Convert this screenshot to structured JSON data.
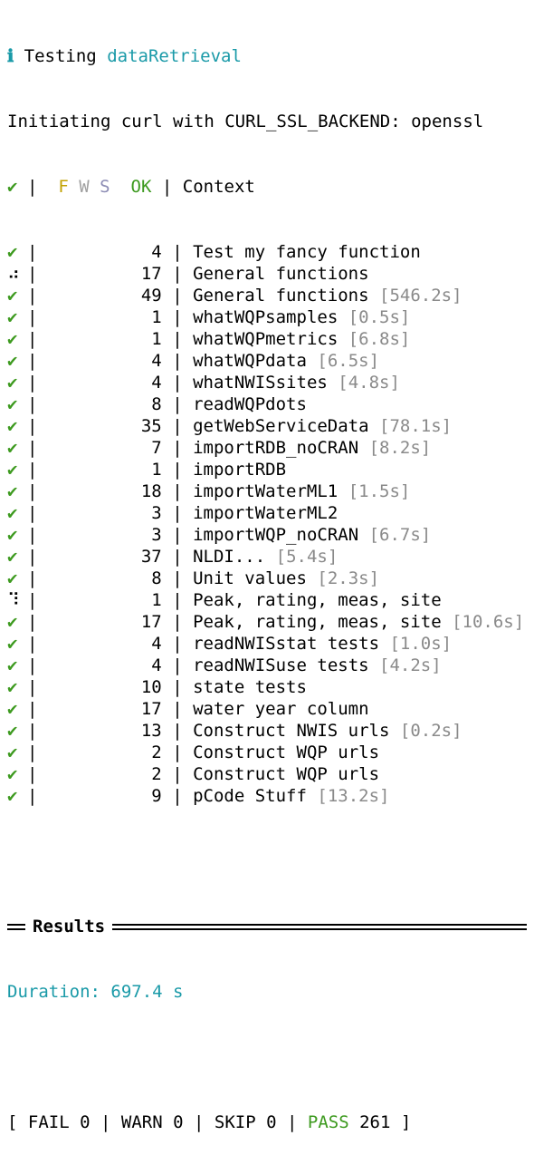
{
  "colors": {
    "check": "#3d9a1f",
    "info": "#1a9aa8",
    "fail": "#c2a100",
    "time": "#8a8a8a",
    "pass": "#3d9a1f"
  },
  "header": {
    "info_icon": "ℹ",
    "testing_prefix": "Testing",
    "package_name": "dataRetrieval",
    "curl_line": "Initiating curl with CURL_SSL_BACKEND: openssl"
  },
  "table_header": {
    "col_status": "✔",
    "separator": "|",
    "col_fail": "F",
    "col_warn": "W",
    "col_skip": "S",
    "col_ok": "OK",
    "col_context": "Context"
  },
  "rows": [
    {
      "status": "✔",
      "ok": "4",
      "context": "Test my fancy function",
      "time": ""
    },
    {
      "status": "⠴",
      "ok": "17",
      "context": "General functions",
      "time": ""
    },
    {
      "status": "✔",
      "ok": "49",
      "context": "General functions",
      "time": "[546.2s]"
    },
    {
      "status": "✔",
      "ok": "1",
      "context": "whatWQPsamples",
      "time": "[0.5s]"
    },
    {
      "status": "✔",
      "ok": "1",
      "context": "whatWQPmetrics",
      "time": "[6.8s]"
    },
    {
      "status": "✔",
      "ok": "4",
      "context": "whatWQPdata",
      "time": "[6.5s]"
    },
    {
      "status": "✔",
      "ok": "4",
      "context": "whatNWISsites",
      "time": "[4.8s]"
    },
    {
      "status": "✔",
      "ok": "8",
      "context": "readWQPdots",
      "time": ""
    },
    {
      "status": "✔",
      "ok": "35",
      "context": "getWebServiceData",
      "time": "[78.1s]"
    },
    {
      "status": "✔",
      "ok": "7",
      "context": "importRDB_noCRAN",
      "time": "[8.2s]"
    },
    {
      "status": "✔",
      "ok": "1",
      "context": "importRDB",
      "time": ""
    },
    {
      "status": "✔",
      "ok": "18",
      "context": "importWaterML1",
      "time": "[1.5s]"
    },
    {
      "status": "✔",
      "ok": "3",
      "context": "importWaterML2",
      "time": ""
    },
    {
      "status": "✔",
      "ok": "3",
      "context": "importWQP_noCRAN",
      "time": "[6.7s]"
    },
    {
      "status": "✔",
      "ok": "37",
      "context": "NLDI...",
      "time": "[5.4s]"
    },
    {
      "status": "✔",
      "ok": "8",
      "context": "Unit values",
      "time": "[2.3s]"
    },
    {
      "status": "⠹",
      "ok": "1",
      "context": "Peak, rating, meas, site",
      "time": ""
    },
    {
      "status": "✔",
      "ok": "17",
      "context": "Peak, rating, meas, site",
      "time": "[10.6s]"
    },
    {
      "status": "✔",
      "ok": "4",
      "context": "readNWISstat tests",
      "time": "[1.0s]"
    },
    {
      "status": "✔",
      "ok": "4",
      "context": "readNWISuse tests",
      "time": "[4.2s]"
    },
    {
      "status": "✔",
      "ok": "10",
      "context": "state tests",
      "time": ""
    },
    {
      "status": "✔",
      "ok": "17",
      "context": "water year column",
      "time": ""
    },
    {
      "status": "✔",
      "ok": "13",
      "context": "Construct NWIS urls",
      "time": "[0.2s]"
    },
    {
      "status": "✔",
      "ok": "2",
      "context": "Construct WQP urls",
      "time": ""
    },
    {
      "status": "✔",
      "ok": "2",
      "context": "Construct WQP urls",
      "time": ""
    },
    {
      "status": "✔",
      "ok": "9",
      "context": "pCode Stuff",
      "time": "[13.2s]"
    }
  ],
  "results": {
    "label": "Results",
    "duration_label": "Duration:",
    "duration_value": "697.4 s",
    "fail_label": "FAIL",
    "fail_count": "0",
    "warn_label": "WARN",
    "warn_count": "0",
    "skip_label": "SKIP",
    "skip_count": "0",
    "pass_label": "PASS",
    "pass_count": "261"
  }
}
